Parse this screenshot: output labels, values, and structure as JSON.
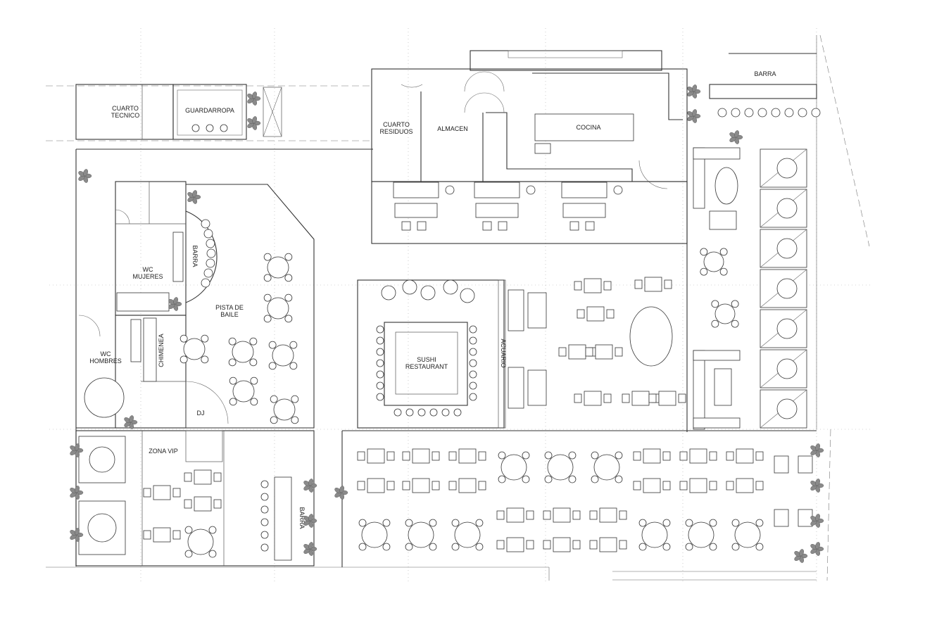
{
  "plan": {
    "rooms": {
      "cuarto_tecnico": [
        "CUARTO",
        "TECNICO"
      ],
      "guardarropa": "GUARDARROPA",
      "cuarto_residuos": [
        "CUARTO",
        "RESIDUOS"
      ],
      "almacen": "ALMACEN",
      "cocina": "COCINA",
      "barra_top": "BARRA",
      "wc_mujeres": [
        "WC",
        "MUJERES"
      ],
      "wc_hombres": [
        "WC",
        "HOMBRES"
      ],
      "barra_dance": "BARRA",
      "pista_de_baile": [
        "PISTA DE",
        "BAILE"
      ],
      "chimenea": "CHIMENEA",
      "dj": "DJ",
      "sushi": [
        "SUSHI",
        "RESTAURANT"
      ],
      "acuario": "ACUARIO",
      "zona_vip": "ZONA VIP",
      "barra_vip": "BARRA"
    }
  }
}
